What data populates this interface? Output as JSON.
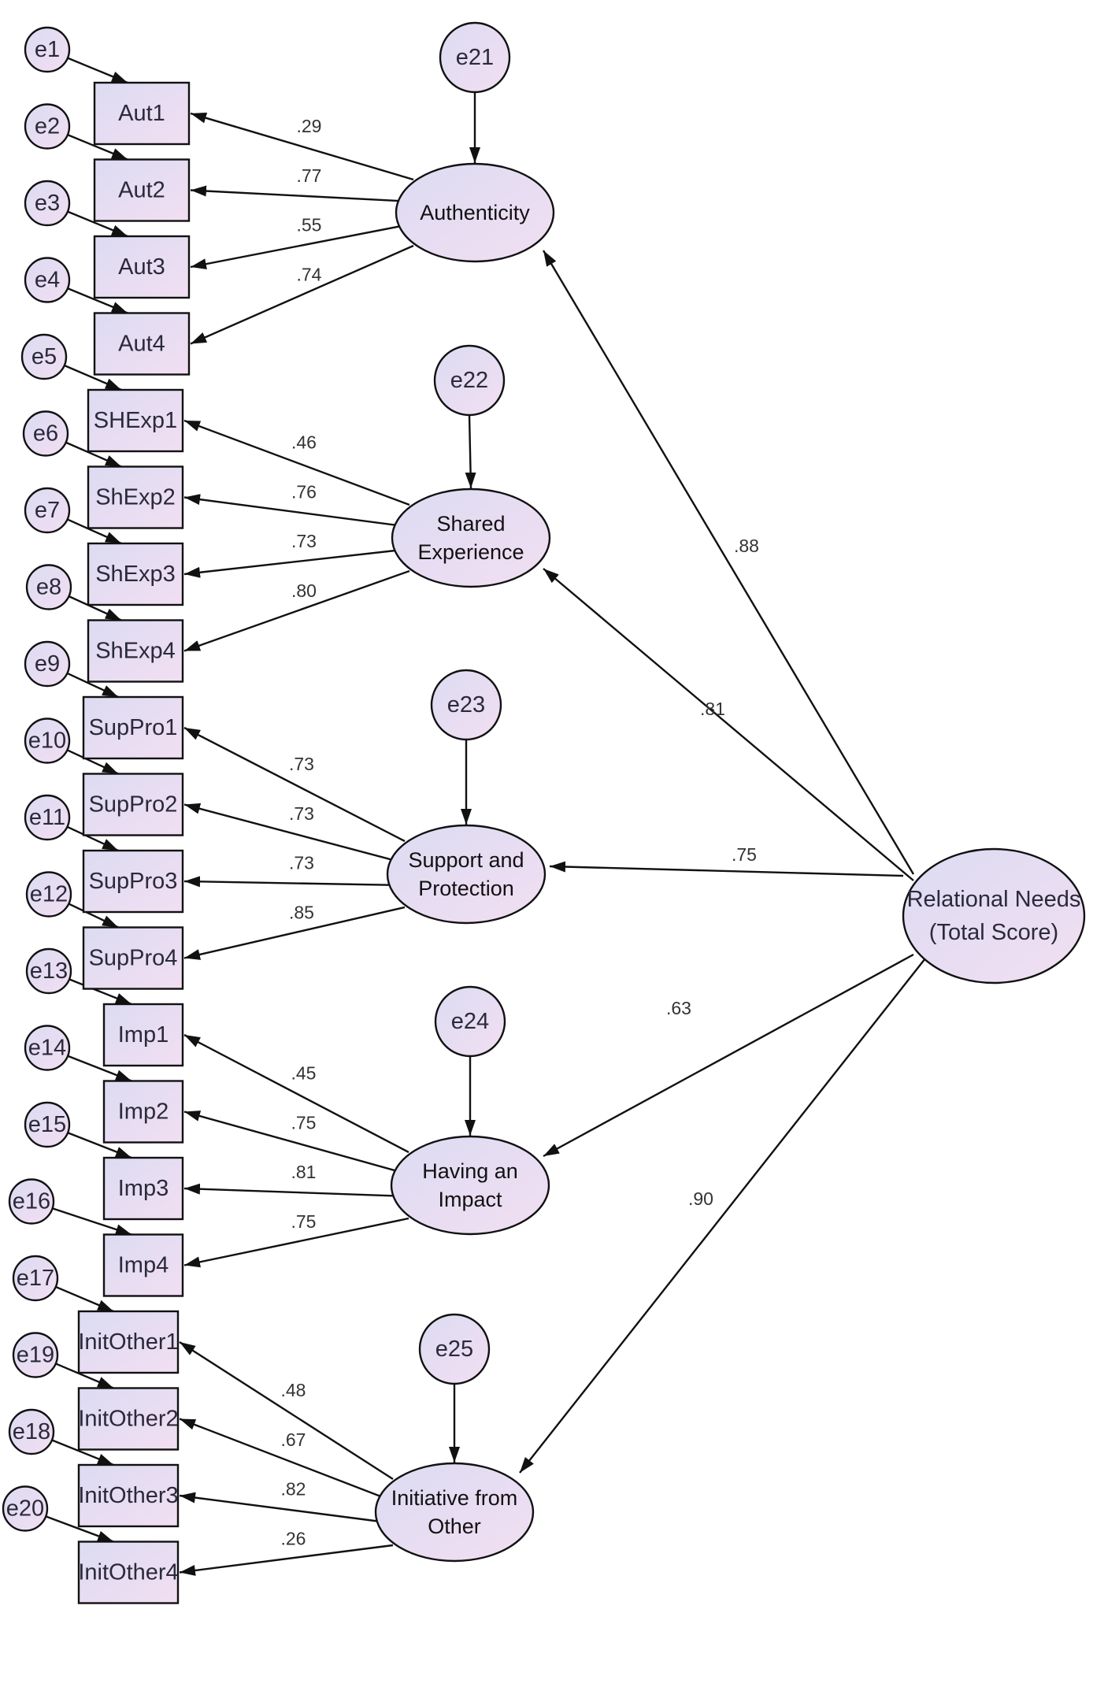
{
  "colors": {
    "node_fill_start": "#dcdcf2",
    "node_fill_end": "#f2def2",
    "stroke": "#111111",
    "background": "#ffffff"
  },
  "error_terms": [
    "e1",
    "e2",
    "e3",
    "e4",
    "e5",
    "e6",
    "e7",
    "e8",
    "e9",
    "e10",
    "e11",
    "e12",
    "e13",
    "e14",
    "e15",
    "e16",
    "e17",
    "e19",
    "e18",
    "e20"
  ],
  "indicators": [
    "Aut1",
    "Aut2",
    "Aut3",
    "Aut4",
    "SHExp1",
    "ShExp2",
    "ShExp3",
    "ShExp4",
    "SupPro1",
    "SupPro2",
    "SupPro3",
    "SupPro4",
    "Imp1",
    "Imp2",
    "Imp3",
    "Imp4",
    "InitOther1",
    "InitOther2",
    "InitOther3",
    "InitOther4"
  ],
  "factors": [
    {
      "error": "e21",
      "lines": [
        "Authenticity"
      ],
      "loadings": [
        ".29",
        ".77",
        ".55",
        ".74"
      ]
    },
    {
      "error": "e22",
      "lines": [
        "Shared",
        "Experience"
      ],
      "loadings": [
        ".46",
        ".76",
        ".73",
        ".80"
      ]
    },
    {
      "error": "e23",
      "lines": [
        "Support and",
        "Protection"
      ],
      "loadings": [
        ".73",
        ".73",
        ".73",
        ".85"
      ]
    },
    {
      "error": "e24",
      "lines": [
        "Having an",
        "Impact"
      ],
      "loadings": [
        ".45",
        ".75",
        ".81",
        ".75"
      ]
    },
    {
      "error": "e25",
      "lines": [
        "Initiative from",
        "Other"
      ],
      "loadings": [
        ".48",
        ".67",
        ".82",
        ".26"
      ]
    }
  ],
  "higher_order": {
    "lines": [
      "Relational Needs",
      "(Total Score)"
    ],
    "paths": [
      ".88",
      ".81",
      ".75",
      ".63",
      ".90"
    ]
  }
}
